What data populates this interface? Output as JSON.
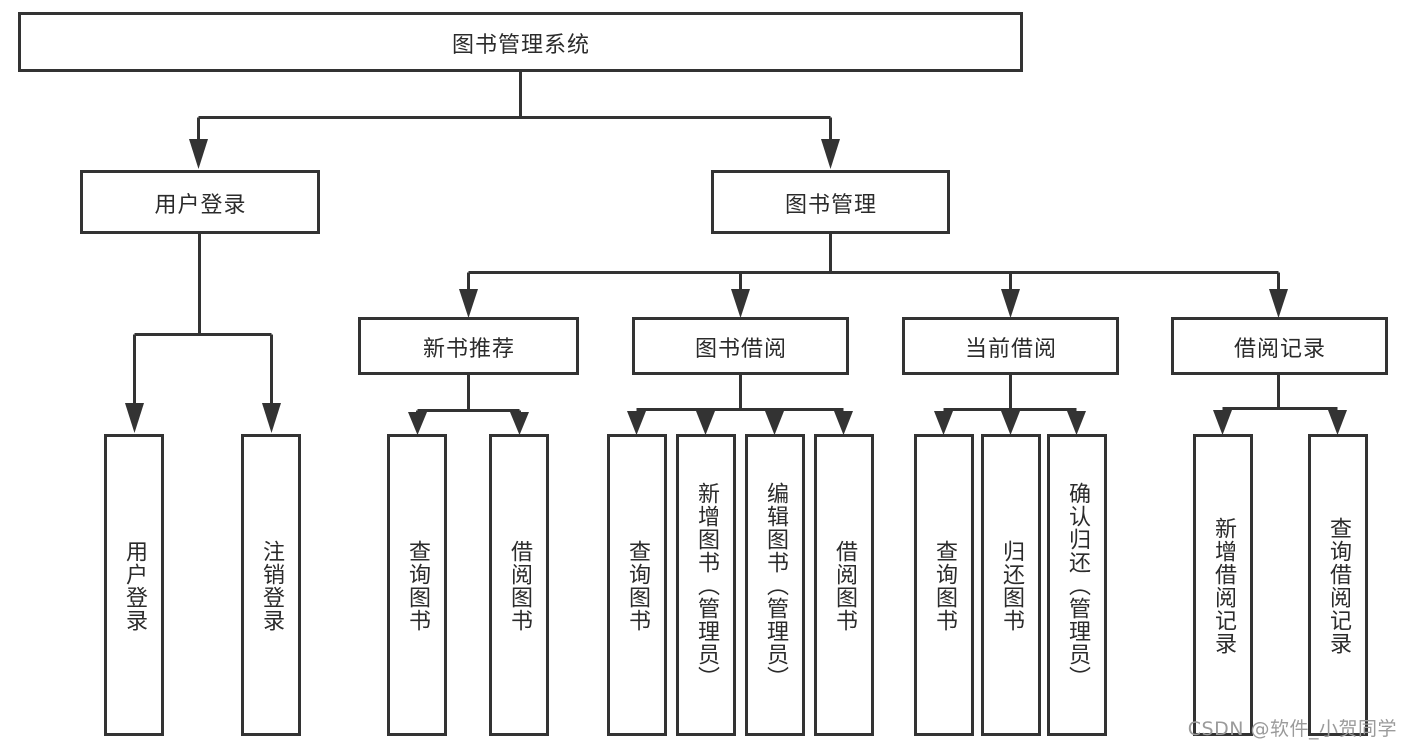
{
  "diagram": {
    "type": "tree",
    "title": "图书管理系统",
    "orientation": "top-down",
    "levels": 4,
    "colors": {
      "box_stroke": "#333333",
      "box_fill": "#ffffff",
      "text": "#2b2b2b",
      "edge": "#333333",
      "watermark": "#9b9b9b",
      "background": "#ffffff"
    },
    "root": {
      "id": "root",
      "label": "图书管理系统",
      "text_direction": "horizontal"
    },
    "level1": [
      {
        "id": "user-login",
        "label": "用户登录",
        "text_direction": "horizontal"
      },
      {
        "id": "book-management",
        "label": "图书管理",
        "text_direction": "horizontal"
      }
    ],
    "level2": [
      {
        "id": "new-book-recommend",
        "label": "新书推荐",
        "parent": "book-management",
        "text_direction": "horizontal"
      },
      {
        "id": "book-borrow",
        "label": "图书借阅",
        "parent": "book-management",
        "text_direction": "horizontal"
      },
      {
        "id": "current-borrow",
        "label": "当前借阅",
        "parent": "book-management",
        "text_direction": "horizontal"
      },
      {
        "id": "borrow-record",
        "label": "借阅记录",
        "parent": "book-management",
        "text_direction": "horizontal"
      }
    ],
    "leaves": [
      {
        "id": "leaf-user-login",
        "label": "用户登录",
        "parent": "user-login",
        "text_direction": "vertical"
      },
      {
        "id": "leaf-user-logout",
        "label": "注销登录",
        "parent": "user-login",
        "text_direction": "vertical"
      },
      {
        "id": "leaf-query-book-1",
        "label": "查询图书",
        "parent": "new-book-recommend",
        "text_direction": "vertical"
      },
      {
        "id": "leaf-borrow-book-1",
        "label": "借阅图书",
        "parent": "new-book-recommend",
        "text_direction": "vertical"
      },
      {
        "id": "leaf-query-book-2",
        "label": "查询图书",
        "parent": "book-borrow",
        "text_direction": "vertical"
      },
      {
        "id": "leaf-add-book",
        "label": "新增图书（管理员）",
        "parent": "book-borrow",
        "text_direction": "vertical"
      },
      {
        "id": "leaf-edit-book",
        "label": "编辑图书（管理员）",
        "parent": "book-borrow",
        "text_direction": "vertical"
      },
      {
        "id": "leaf-borrow-book-2",
        "label": "借阅图书",
        "parent": "book-borrow",
        "text_direction": "vertical"
      },
      {
        "id": "leaf-query-book-3",
        "label": "查询图书",
        "parent": "current-borrow",
        "text_direction": "vertical"
      },
      {
        "id": "leaf-return-book",
        "label": "归还图书",
        "parent": "current-borrow",
        "text_direction": "vertical"
      },
      {
        "id": "leaf-confirm-return",
        "label": "确认归还（管理员）",
        "parent": "current-borrow",
        "text_direction": "vertical"
      },
      {
        "id": "leaf-add-record",
        "label": "新增借阅记录",
        "parent": "borrow-record",
        "text_direction": "vertical"
      },
      {
        "id": "leaf-query-record",
        "label": "查询借阅记录",
        "parent": "borrow-record",
        "text_direction": "vertical"
      }
    ]
  },
  "watermark": {
    "text": "CSDN @软件_小贺同学"
  }
}
